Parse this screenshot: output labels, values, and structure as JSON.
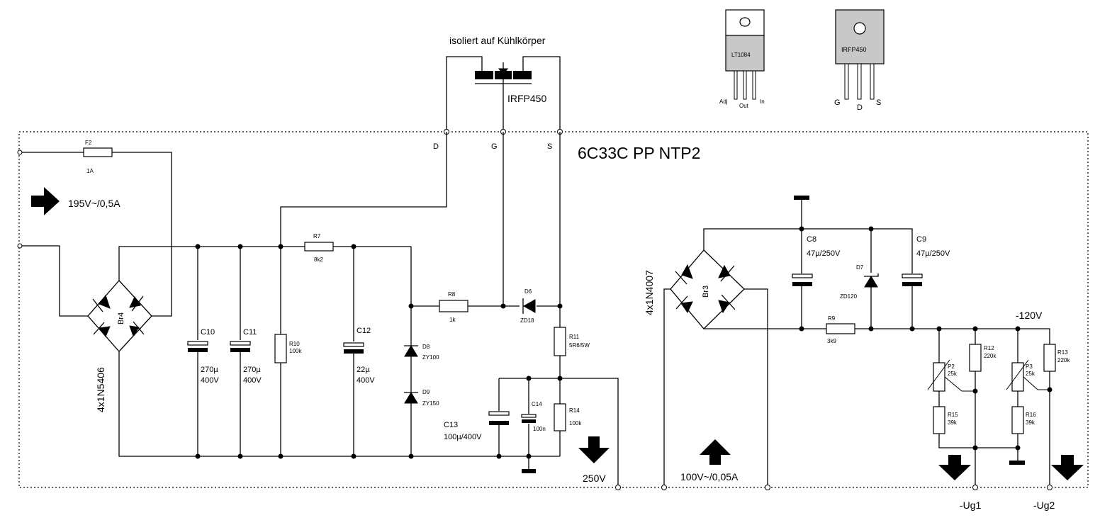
{
  "title": "6C33C PP NTP2",
  "heatsink_note": "isoliert auf Kühlkörper",
  "mosfet": {
    "name": "IRFP450",
    "pins": [
      "D",
      "G",
      "S"
    ]
  },
  "package_lt": {
    "name": "LT1084",
    "pins": [
      "Adj",
      "Out",
      "In"
    ]
  },
  "package_irfp": {
    "name": "IRFP450",
    "pins": [
      "G",
      "D",
      "S"
    ]
  },
  "inputs": {
    "main": "195V~/0,5A",
    "bias": "100V~/0,05A"
  },
  "outputs": {
    "hv": "250V",
    "neg": "-120V",
    "ug1": "-Ug1",
    "ug2": "-Ug2"
  },
  "fuse": {
    "name": "F2",
    "value": "1A"
  },
  "br4": {
    "name": "Br4",
    "type": "4x1N5406"
  },
  "br3": {
    "name": "Br3",
    "type": "4x1N4007"
  },
  "c10": {
    "name": "C10",
    "value": "270µ",
    "voltage": "400V"
  },
  "c11": {
    "name": "C11",
    "value": "270µ",
    "voltage": "400V"
  },
  "c12": {
    "name": "C12",
    "value": "22µ",
    "voltage": "400V"
  },
  "c13": {
    "name": "C13",
    "value": "100µ/400V"
  },
  "c14": {
    "name": "C14",
    "value": "100n"
  },
  "c8": {
    "name": "C8",
    "value": "47µ/250V"
  },
  "c9": {
    "name": "C9",
    "value": "47µ/250V"
  },
  "r7": {
    "name": "R7",
    "value": "8k2"
  },
  "r8": {
    "name": "R8",
    "value": "1k"
  },
  "r9": {
    "name": "R9",
    "value": "3k9"
  },
  "r10": {
    "name": "R10",
    "value": "100k"
  },
  "r11": {
    "name": "R11",
    "value": "5R6/5W"
  },
  "r12": {
    "name": "R12",
    "value": "220k"
  },
  "r13": {
    "name": "R13",
    "value": "220k"
  },
  "r14": {
    "name": "R14",
    "value": "100k"
  },
  "r15": {
    "name": "R15",
    "value": "39k"
  },
  "r16": {
    "name": "R16",
    "value": "39k"
  },
  "p2": {
    "name": "P2",
    "value": "25k"
  },
  "p3": {
    "name": "P3",
    "value": "25k"
  },
  "d6": {
    "name": "D6",
    "value": "ZD18"
  },
  "d7": {
    "name": "D7",
    "value": "ZD120"
  },
  "d8": {
    "name": "D8",
    "value": "ZY100"
  },
  "d9": {
    "name": "D9",
    "value": "ZY150"
  }
}
